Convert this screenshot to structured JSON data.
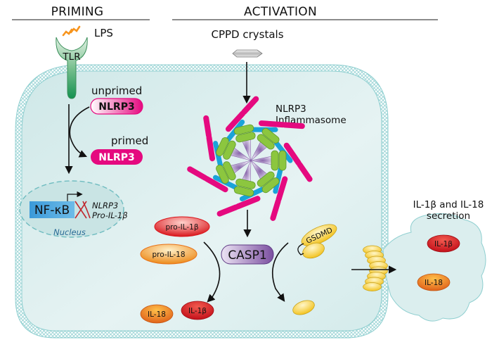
{
  "sections": {
    "priming": "PRIMING",
    "activation": "ACTIVATION"
  },
  "priming": {
    "ligand": "LPS",
    "receptor": "TLR",
    "unprimed_label": "unprimed",
    "unprimed_protein": "NLRP3",
    "primed_label": "primed",
    "primed_protein": "NLRP3",
    "nucleus": {
      "transcription_factor": "NF-κB",
      "genes": [
        "NLRP3",
        "Pro-IL-1β"
      ],
      "label": "Nucleus"
    }
  },
  "activation": {
    "stimulus": "CPPD crystals",
    "complex_label": [
      "NLRP3",
      "Inflammasome"
    ],
    "enzyme": "CASP1",
    "pore_protein": "GSDMD",
    "precursors": [
      "pro-IL-1β",
      "pro-IL-18"
    ],
    "mature": [
      "IL-18",
      "IL-1β"
    ],
    "secretion_label": [
      "IL-1β and IL-18",
      "secretion"
    ],
    "secreted": [
      "IL-1β",
      "IL-18"
    ]
  },
  "colors": {
    "nlrp3": "#e5097f",
    "asc": "#1aa3d9",
    "casp1_card": "#8cc63f",
    "casp1": "#7b4fa0",
    "tlr": "#1f9a5a",
    "lps": "#f7941d",
    "membrane": "#8fcfd0",
    "cytoplasm": "#dceeee",
    "nfkb": "#3b9ad9",
    "il1b": "#d9161c",
    "il18": "#e8731a",
    "gsdmd": "#f5d033"
  }
}
